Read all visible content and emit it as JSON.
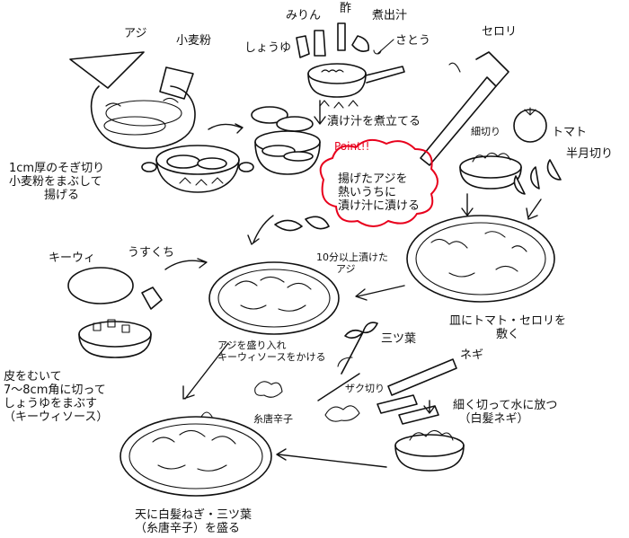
{
  "labels": {
    "aji": "アジ",
    "flour": "小麦粉",
    "mirin": "みりん",
    "vinegar": "酢",
    "dashi": "煮出汁",
    "soy": "しょうゆ",
    "sugar": "さとう",
    "celery": "セロリ",
    "tomato": "トマト",
    "hosogiri": "細切り",
    "hangetsu": "半月切り",
    "boil_sauce": "漬け汁を煮立てる",
    "fry_step": "1cm厚のそぎ切り\n小麦粉をまぶして\n　　　揚げる",
    "kiwi": "キーウィ",
    "usukuchi": "うすくち",
    "soak": "10分以上漬けた\n　　アジ",
    "plate_step": "皿にトマト・セロリを\n　　　　敷く",
    "kiwi_step": "皮をむいて\n7〜8cm角に切って\nしょうゆをまぶす\n（キーウィソース）",
    "serve_step": "アジを盛り入れ\nキーウィソースをかける",
    "mitsuba": "三ツ葉",
    "negi": "ネギ",
    "zakugiri": "ザク切り",
    "togarashi": "糸唐辛子",
    "shiraga_step": "細く切って水に放つ\n　（白髪ネギ）",
    "final_step": "天に白髪ねぎ・三ツ葉\n（糸唐辛子）を盛る"
  },
  "point": {
    "title": "Point!!",
    "body": "揚げたアジを\n熱いうちに\n漬け汁に漬ける",
    "title_color": "#e8001c",
    "border_color": "#e8001c"
  }
}
